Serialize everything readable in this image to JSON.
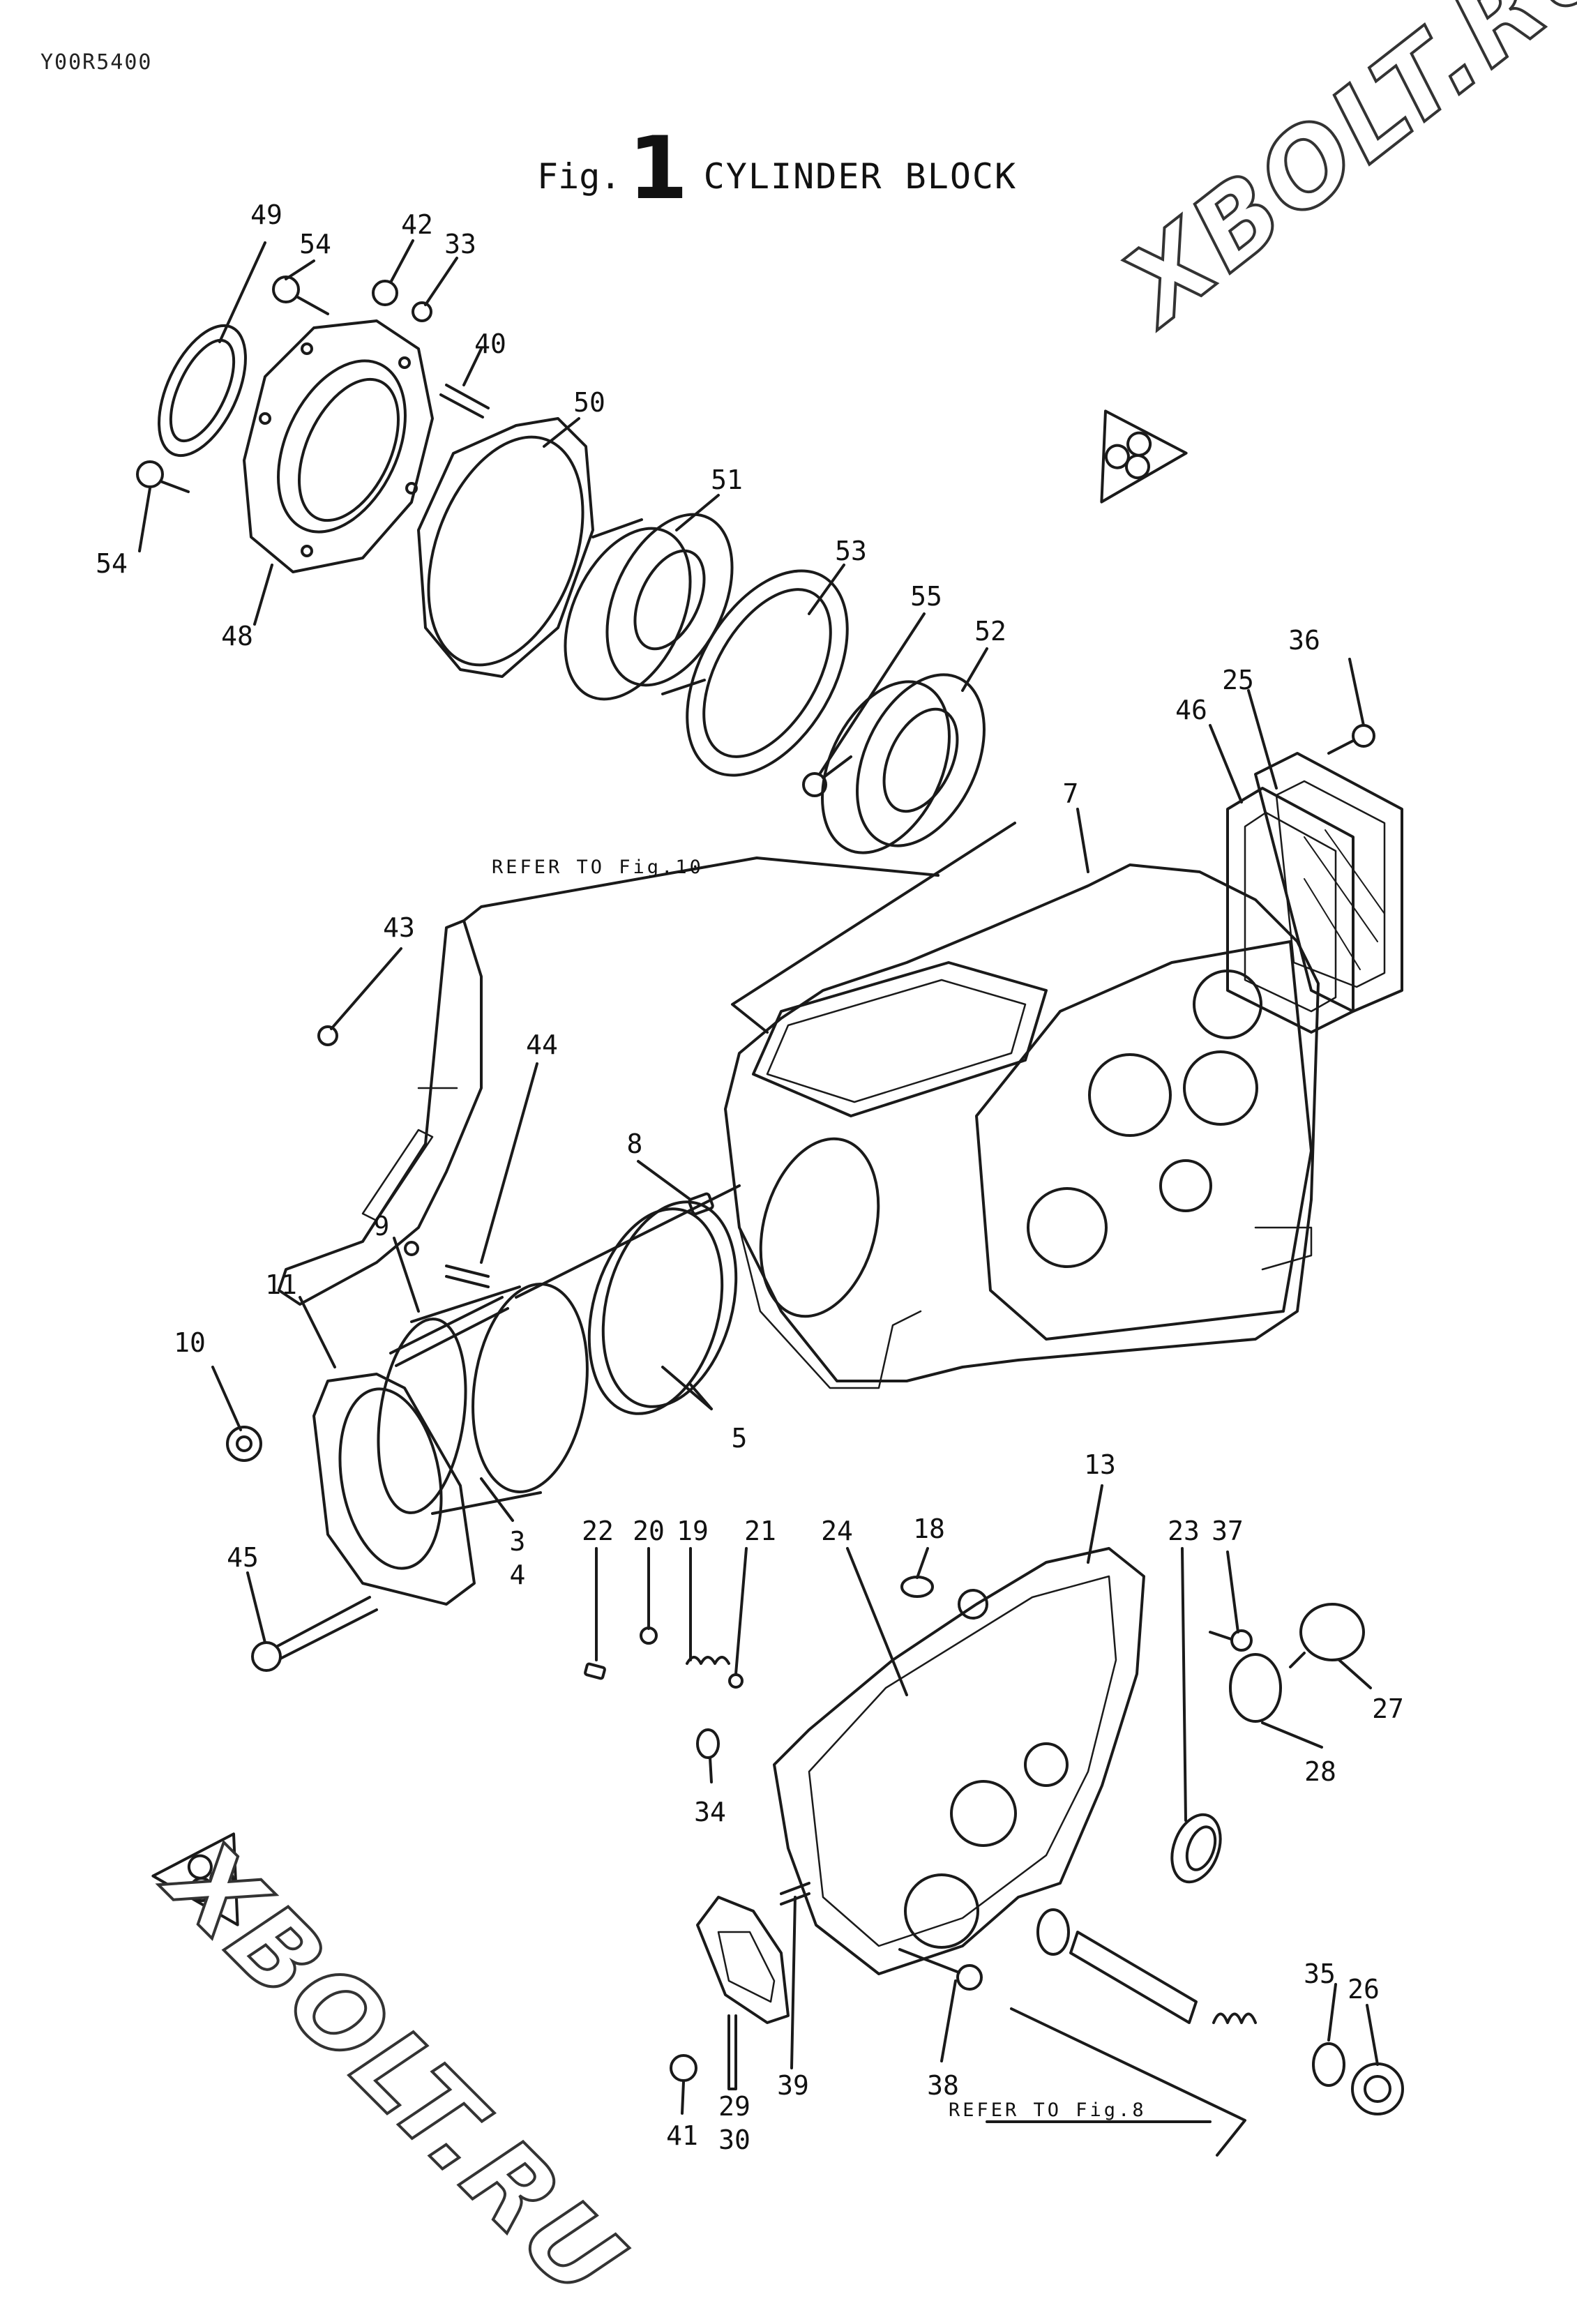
{
  "document_code": "Y00R5400",
  "title": {
    "prefix": "Fig.",
    "number": "1",
    "name": "CYLINDER BLOCK"
  },
  "references": [
    {
      "id": "ref-fig10",
      "text": "REFER TO Fig.10"
    },
    {
      "id": "ref-fig8",
      "text": "REFER TO Fig.8"
    }
  ],
  "watermark_text": "XBOLT.RU",
  "callouts": [
    "49",
    "54",
    "42",
    "33",
    "40",
    "50",
    "54",
    "48",
    "51",
    "53",
    "55",
    "52",
    "36",
    "25",
    "46",
    "7",
    "43",
    "44",
    "8",
    "9",
    "11",
    "10",
    "5",
    "3",
    "4",
    "45",
    "13",
    "22",
    "20",
    "19",
    "21",
    "24",
    "18",
    "23",
    "37",
    "27",
    "34",
    "28",
    "35",
    "26",
    "39",
    "38",
    "41",
    "29",
    "30"
  ]
}
